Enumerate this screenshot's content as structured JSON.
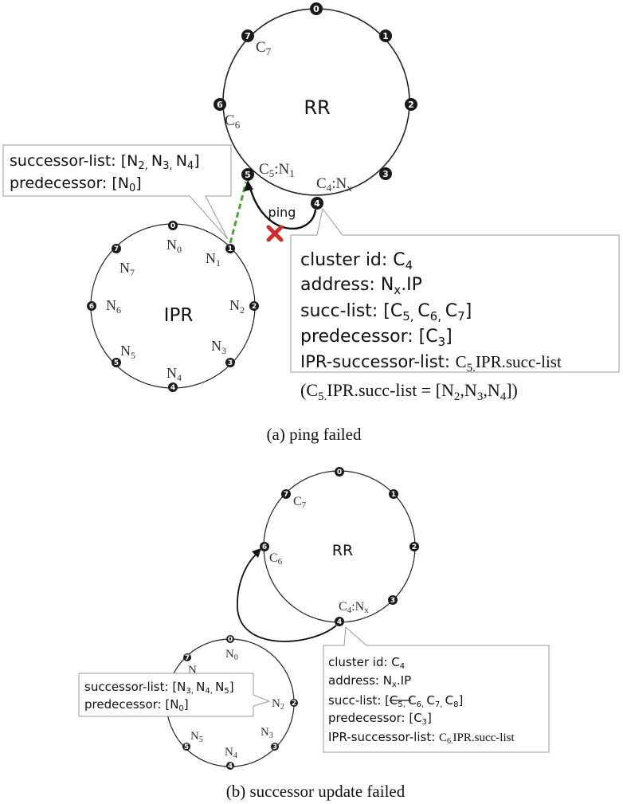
{
  "top": {
    "ring_label": "RR",
    "ipr_label": "IPR",
    "rr_nodes": [
      "0",
      "1",
      "2",
      "3",
      "4",
      "5",
      "6",
      "7"
    ],
    "ipr_nodes": [
      "0",
      "1",
      "2",
      "3",
      "4",
      "5",
      "6",
      "7"
    ],
    "c7": "C7",
    "c6": "C6",
    "c5n1": "C5:N1",
    "c4nx": "C4:Nx",
    "n0": "N0",
    "n1": "N1",
    "n2": "N2",
    "n3": "N3",
    "n4": "N4",
    "n5": "N5",
    "n6": "N6",
    "n7": "N7",
    "ping_label": "ping",
    "left_box": {
      "line1": "successor-list: [N2, N3, N4]",
      "line2": "predecessor: [N0]"
    },
    "right_box": {
      "line1": "cluster id: C4",
      "line2": "address: Nx.IP",
      "line3": "succ-list: [C5, C6, C7]",
      "line4": "predecessor: [C3]",
      "line5_a": "IPR-successor-list: ",
      "line5_b": "C5.IPR.succ-list",
      "line6": "(C5.IPR.succ-list = [N2,N3,N4])"
    },
    "caption": "(a)  ping failed"
  },
  "bottom": {
    "ring_label": "RR",
    "c7": "C7",
    "c6": "C6",
    "c4nx": "C4:Nx",
    "n0": "N0",
    "n2": "N2",
    "n3": "N3",
    "n4": "N4",
    "n5": "N5",
    "left_box": {
      "line1": "successor-list: [N3, N4, N5]",
      "line2": "predecessor: [N0]"
    },
    "right_box": {
      "line1": "cluster id: C4",
      "line2": "address: Nx.IP",
      "line3": "succ-list: [C5, C6, C7, C8]",
      "line4": "predecessor: [C3]",
      "line5_a": "IPR-successor-list: ",
      "line5_b": "C6.IPR.succ-list"
    },
    "caption": "(b)  successor update failed"
  },
  "colors": {
    "dashed_link": "#4aa832",
    "fail_mark": "#d42a2a"
  }
}
